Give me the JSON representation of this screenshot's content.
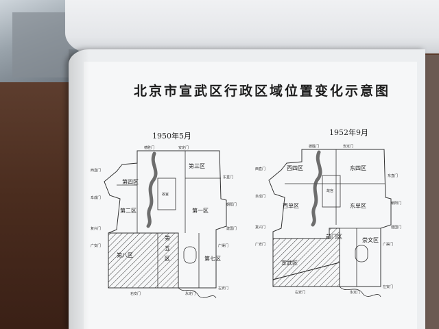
{
  "title": "北京市宣武区行政区域位置变化示意图",
  "maps": [
    {
      "date": "1950年5月",
      "districts": [
        "第四区",
        "第三区",
        "第二区",
        "第一区",
        "第八区",
        "第七区"
      ],
      "center": [
        "第",
        "五",
        "区"
      ],
      "palace": "故宫"
    },
    {
      "date": "1952年9月",
      "districts": [
        "西四区",
        "东四区",
        "西单区",
        "东单区",
        "前门区",
        "宣武区",
        "崇文区"
      ],
      "palace": "故宫"
    }
  ],
  "gates": [
    "德胜门",
    "安定门",
    "西直门",
    "东直门",
    "阜成门",
    "朝阳门",
    "复兴门",
    "建国门",
    "广安门",
    "广渠门",
    "右安门",
    "永定门",
    "左安门"
  ],
  "colors": {
    "paper": "#f6f7f8",
    "ink": "#222222"
  }
}
